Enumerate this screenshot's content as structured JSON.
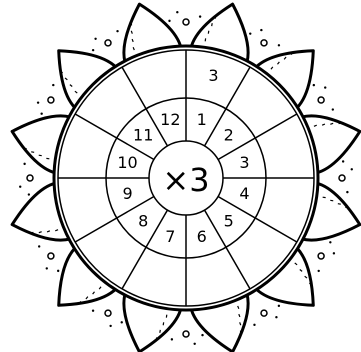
{
  "center_label": "×3",
  "inner_numbers": [
    "12",
    "1",
    "2",
    "3",
    "4",
    "5",
    "6",
    "7",
    "8",
    "9",
    "10",
    "11"
  ],
  "outer_numbers": [
    "3",
    "",
    "",
    "",
    "",
    "",
    "",
    "",
    "",
    "",
    "",
    ""
  ],
  "colors": {
    "ink": "#000000",
    "paper": "#ffffff"
  },
  "decoration": "sun-rays"
}
